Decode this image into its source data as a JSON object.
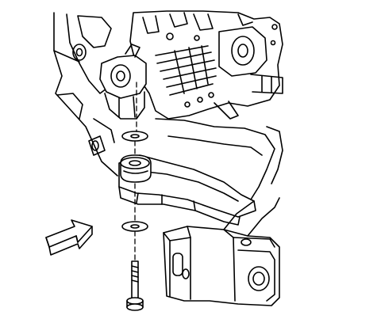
{
  "figure": {
    "kind": "line-art technical illustration",
    "colors": {
      "line": "#000000",
      "background": "#ffffff",
      "arrow_fill": "#ffffff"
    },
    "callouts": [],
    "components": [
      "transmission-housing",
      "engine-mount-bracket",
      "upper-mount-washer",
      "mount-cushion",
      "frame-crossmember",
      "lower-mount-washer",
      "mount-bolt",
      "frame-rail-bracket",
      "view-direction-arrow"
    ]
  }
}
